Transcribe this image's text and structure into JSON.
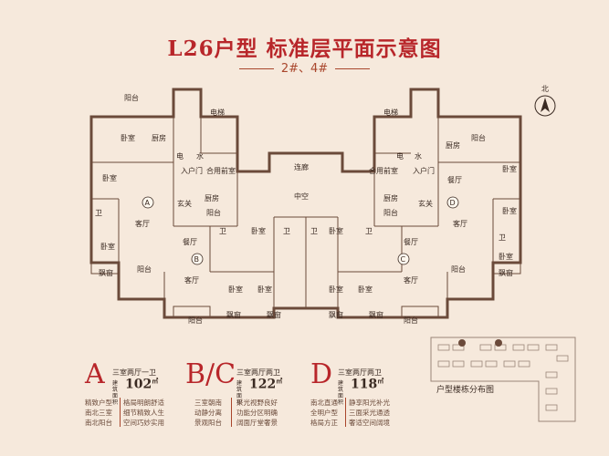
{
  "header": {
    "title": "L26户型  标准层平面示意图",
    "subtitle": "2#、4#"
  },
  "compass": {
    "label": "北"
  },
  "plan": {
    "unit_badges": [
      "A",
      "B",
      "C",
      "D"
    ],
    "rooms": {
      "balcony": "阳台",
      "bedroom": "卧室",
      "kitchen": "厨房",
      "bath": "卫",
      "elevator": "电梯",
      "elec": "电",
      "water": "水",
      "entry": "入户门",
      "shared_hall": "合用前室",
      "corridor": "连廊",
      "atrium": "中空",
      "foyer": "玄关",
      "dining": "餐厅",
      "living": "客厅",
      "bay_window": "飘窗"
    }
  },
  "legend": [
    {
      "letter": "A",
      "type": "三室两厅一卫",
      "area_label_1": "建筑",
      "area_label_2": "面积",
      "area": "102",
      "unit": "㎡",
      "features_col1": [
        "精致户型",
        "南北三室",
        "南北阳台"
      ],
      "features_col2": [
        "格局明朗舒适",
        "细节精致人生",
        "空间巧妙实用"
      ]
    },
    {
      "letter": "B/C",
      "type": "三室两厅两卫",
      "area_label_1": "建筑",
      "area_label_2": "面积",
      "area": "122",
      "unit": "㎡",
      "features_col1": [
        "三室朝南",
        "动静分离",
        "景观阳台"
      ],
      "features_col2": [
        "采光视野良好",
        "功能分区明确",
        "阔面厅堂奢景"
      ]
    },
    {
      "letter": "D",
      "type": "三室两厅两卫",
      "area_label_1": "建筑",
      "area_label_2": "面积",
      "area": "118",
      "unit": "㎡",
      "features_col1": [
        "南北直通",
        "全明户型",
        "格局方正"
      ],
      "features_col2": [
        "静享阳光补光",
        "三面采光通透",
        "奢适空间阔境"
      ]
    }
  ],
  "sitemap": {
    "label": "户型楼栋分布图"
  },
  "colors": {
    "background": "#f6e9dc",
    "title_red": "#b8262a",
    "wall": "#6b4a3a",
    "accent": "#a9462c"
  }
}
